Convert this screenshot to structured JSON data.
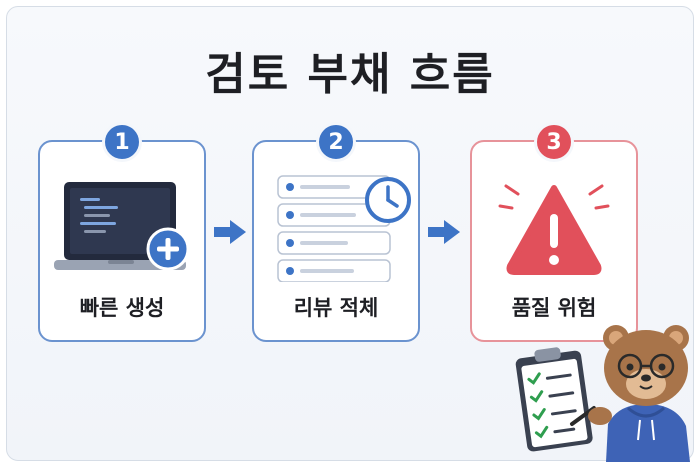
{
  "title": "검토 부채 흐름",
  "steps": [
    {
      "number": "1",
      "label": "빠른 생성",
      "icon": "laptop-plus-icon"
    },
    {
      "number": "2",
      "label": "리뷰 적체",
      "icon": "stacked-list-clock-icon"
    },
    {
      "number": "3",
      "label": "품질 위험",
      "icon": "warning-triangle-icon"
    }
  ],
  "colors": {
    "blue": "#3d74c6",
    "blue_border": "#6b93cf",
    "red": "#e1505b",
    "red_border": "#e7939a",
    "dark": "#1e1f24"
  },
  "mascot": {
    "icon": "bear-with-clipboard-icon"
  }
}
